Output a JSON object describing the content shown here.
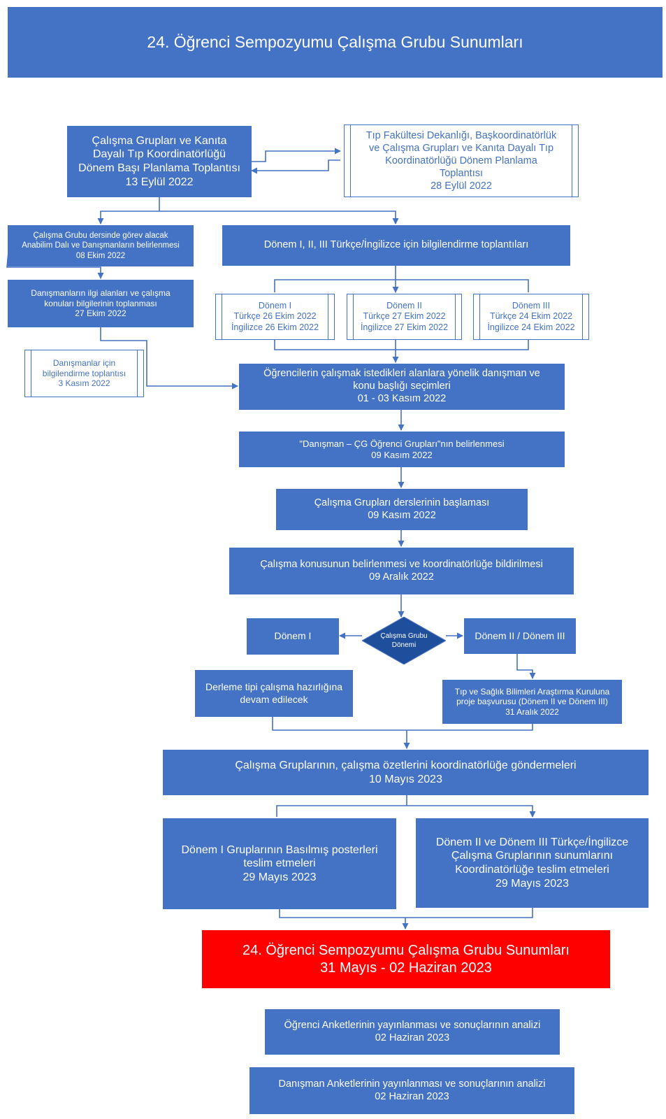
{
  "title": "24. Öğrenci Sempozyumu Çalışma Grubu Sunumları",
  "colors": {
    "primary": "#4472c4",
    "highlight": "#ff0000",
    "text_light": "#ffffff"
  },
  "nodes": {
    "planning_meeting": [
      "Çalışma Grupları ve Kanıta",
      "Dayalı Tıp Koordinatörlüğü",
      "Dönem Başı Planlama Toplantısı",
      "13 Eylül 2022"
    ],
    "dean_meeting": [
      "Tıp Fakültesi Dekanlığı, Başkoordinatörlük",
      "ve Çalışma Grupları ve Kanıta Dayalı Tıp",
      "Koordinatörlüğü Dönem Planlama",
      "Toplantısı",
      "28 Eylül 2022"
    ],
    "advisors_determination": [
      "Çalışma Grubu dersinde görev alacak",
      "Anabilim Dalı ve Danışmanların belirlenmesi",
      "08 Ekim 2022"
    ],
    "info_meetings": [
      "Dönem I, II, III Türkçe/İngilizce için bilgilendirme toplantıları"
    ],
    "advisor_interests": [
      "Danışmanların ilgi alanları ve çalışma",
      "konuları bilgilerinin toplanması",
      "27 Ekim 2022"
    ],
    "donem1_meeting": [
      "Dönem I",
      "Türkçe 26 Ekim 2022",
      "İngilizce 26 Ekim 2022"
    ],
    "donem2_meeting": [
      "Dönem II",
      "Türkçe 27 Ekim 2022",
      "İngilizce 27 Ekim 2022"
    ],
    "donem3_meeting": [
      "Dönem III",
      "Türkçe 24 Ekim 2022",
      "İngilizce 24 Ekim 2022"
    ],
    "advisor_info_meeting": [
      "Danışmanlar için",
      "bilgilendirme toplantısı",
      "3 Kasım 2022"
    ],
    "student_selection": [
      "Öğrencilerin çalışmak istedikleri alanlara yönelik danışman ve",
      "konu başlığı seçimleri",
      "01 - 03 Kasım 2022"
    ],
    "group_determination": [
      "\"Danışman – ÇG Öğrenci Grupları\"nın belirlenmesi",
      "09 Kasım 2022"
    ],
    "courses_start": [
      "Çalışma Grupları derslerinin başlaması",
      "09 Kasım 2022"
    ],
    "topic_report": [
      "Çalışma konusunun belirlenmesi ve koordinatörlüğe bildirilmesi",
      "09 Aralık 2022"
    ],
    "decision": [
      "Çalışma Grubu",
      "Dönemi"
    ],
    "branch_donem1": [
      "Dönem I"
    ],
    "branch_donem23": [
      "Dönem II / Dönem III"
    ],
    "review_prep": [
      "Derleme tipi çalışma hazırlığına",
      "devam edilecek"
    ],
    "ethics_application": [
      "Tıp ve Sağlık Bilimleri Araştırma Kuruluna",
      "proje başvurusu (Dönem II ve Dönem III)",
      "31 Aralık 2022"
    ],
    "abstracts": [
      "Çalışma Gruplarının, çalışma özetlerini koordinatörlüğe göndermeleri",
      "10 Mayıs 2023"
    ],
    "posters": [
      "Dönem I Gruplarının Basılmış posterleri",
      "teslim etmeleri",
      "29 Mayıs 2023"
    ],
    "presentations_delivery": [
      "Dönem II ve Dönem III Türkçe/İngilizce",
      "Çalışma Gruplarının sunumlarını",
      "Koordinatörlüğe teslim etmeleri",
      "29 Mayıs 2023"
    ],
    "symposium": [
      "24. Öğrenci Sempozyumu Çalışma Grubu Sunumları",
      "31 Mayıs - 02 Haziran 2023"
    ],
    "student_surveys": [
      "Öğrenci Anketlerinin yayınlanması ve sonuçlarının analizi",
      "02 Haziran 2023"
    ],
    "advisor_surveys": [
      "Danışman Anketlerinin yayınlanması ve sonuçlarının analizi",
      "02 Haziran 2023"
    ]
  }
}
